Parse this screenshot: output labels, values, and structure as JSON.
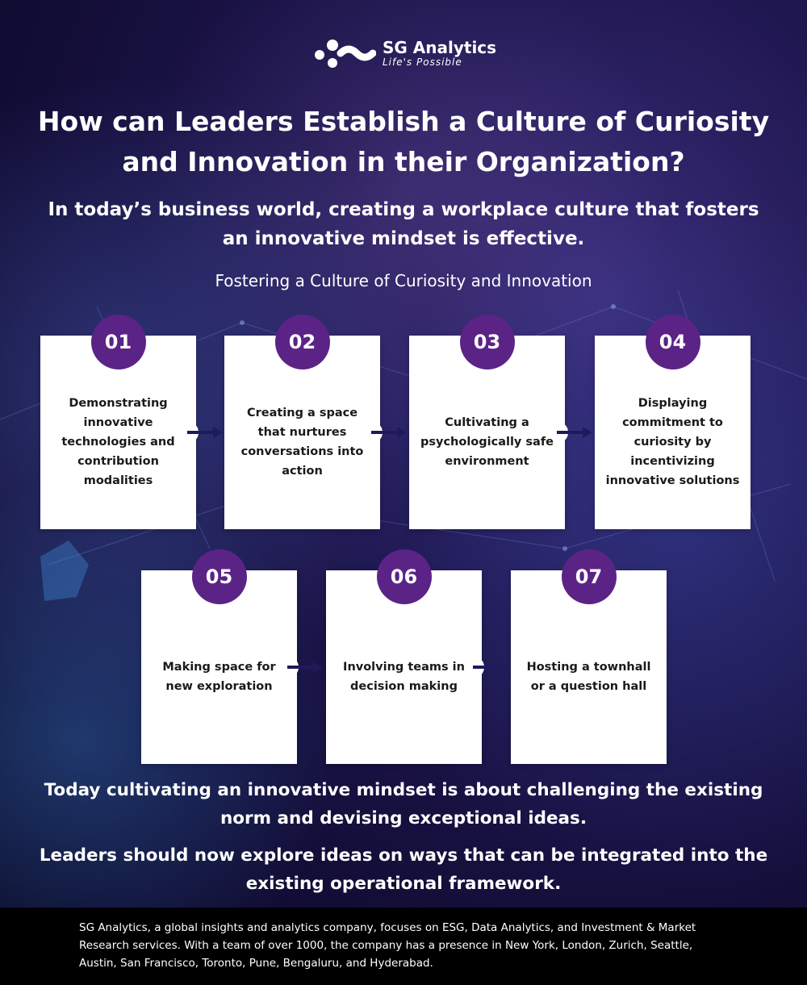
{
  "brand": {
    "name": "SG Analytics",
    "tagline": "Life's Possible"
  },
  "headline": "How can Leaders Establish a Culture of Curiosity and Innovation in their Organization?",
  "subheadline": "In today’s business world, creating a workplace culture that fosters an innovative mindset is effective.",
  "section_title": "Fostering a Culture of Curiosity and Innovation",
  "steps": [
    {
      "number": "01",
      "text": "Demonstrating innovative technologies and contribution modalities"
    },
    {
      "number": "02",
      "text": "Creating a space that nurtures conversations into action"
    },
    {
      "number": "03",
      "text": "Cultivating a psychologically safe environment"
    },
    {
      "number": "04",
      "text": "Displaying commitment to curiosity by incentivizing innovative solutions"
    },
    {
      "number": "05",
      "text": "Making space for new exploration"
    },
    {
      "number": "06",
      "text": "Involving teams in decision making"
    },
    {
      "number": "07",
      "text": "Hosting a townhall or a question hall"
    }
  ],
  "closing": {
    "line1": "Today cultivating an innovative mindset is about challenging the existing norm and devising exceptional ideas.",
    "line2": "Leaders should now explore ideas on ways that can be integrated into the existing operational framework."
  },
  "footer": "SG Analytics, a global insights and analytics company, focuses on ESG, Data Analytics, and Investment & Market Research services. With a team of over 1000, the company has a presence in New York, London, Zurich, Seattle, Austin, San Francisco, Toronto, Pune, Bengaluru, and Hyderabad.",
  "colors": {
    "accent": "#5b2386",
    "arrow": "#1e1a5c",
    "card": "#ffffff",
    "footer_bg": "#000000"
  }
}
